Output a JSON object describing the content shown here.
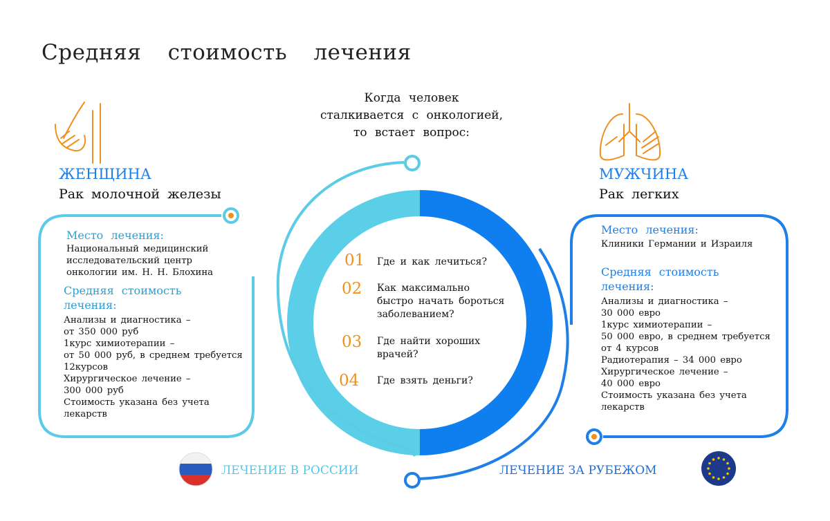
{
  "title": "Средняя стоимость лечения",
  "question": {
    "lines": [
      "Когда человек",
      "сталкивается с онкологией,",
      "то встает вопрос:"
    ]
  },
  "questions": [
    {
      "num": "01",
      "lines": [
        "Где и как лечиться?"
      ]
    },
    {
      "num": "02",
      "lines": [
        "Как максимально",
        "быстро начать бороться",
        "заболеванием?"
      ]
    },
    {
      "num": "03",
      "lines": [
        "Где найти хороших",
        "врачей?"
      ]
    },
    {
      "num": "04",
      "lines": [
        "Где взять деньги?"
      ]
    }
  ],
  "left": {
    "gender": "ЖЕНЩИНА",
    "cancer": "Рак молочной железы",
    "place_heading": "Место лечения:",
    "place_lines": [
      "Национальный медицинский",
      "исследовательский центр",
      "онкологии им. Н. Н. Блохина"
    ],
    "cost_heading_lines": [
      "Средняя стоимость",
      "лечения:"
    ],
    "cost_lines": [
      "Анализы и диагностика –",
      "от 350 000 руб",
      "1курс химиотерапии –",
      "от 50 000 руб, в среднем требуется",
      "12курсов",
      "Хирургическое лечение –",
      "300 000 руб",
      "Стоимость указана без учета",
      "лекарств"
    ],
    "footer": "ЛЕЧЕНИЕ В РОССИИ"
  },
  "right": {
    "gender": "МУЖЧИНА",
    "cancer": "Рак легких",
    "place_heading": "Место лечения:",
    "place_lines": [
      "Клиники Германии и Израиля"
    ],
    "cost_heading_lines": [
      "Средняя стоимость",
      "лечения:"
    ],
    "cost_lines": [
      "Анализы и диагностика –",
      "30 000 евро",
      "1курс химиотерапии –",
      "50 000 евро, в среднем требуется",
      "от 4 курсов",
      "Радиотерапия – 34 000 евро",
      "Хирургическое лечение –",
      "40 000 евро",
      "Стоимость указана без учета",
      "лекарств"
    ],
    "footer": "ЛЕЧЕНИЕ ЗА РУБЕЖОМ"
  },
  "colors": {
    "light_blue": "#5bcbe6",
    "dark_blue": "#1e7fe6",
    "orange": "#f0901e",
    "flag_white": "#f2f2f2",
    "flag_blue": "#2a5cbf",
    "flag_red": "#d9302c",
    "eu_blue": "#1d3a8a",
    "eu_star": "#f5c400"
  },
  "icons": {
    "left": "breast-icon",
    "right": "lungs-icon",
    "left_flag": "russia-flag-icon",
    "right_flag": "eu-flag-icon"
  }
}
